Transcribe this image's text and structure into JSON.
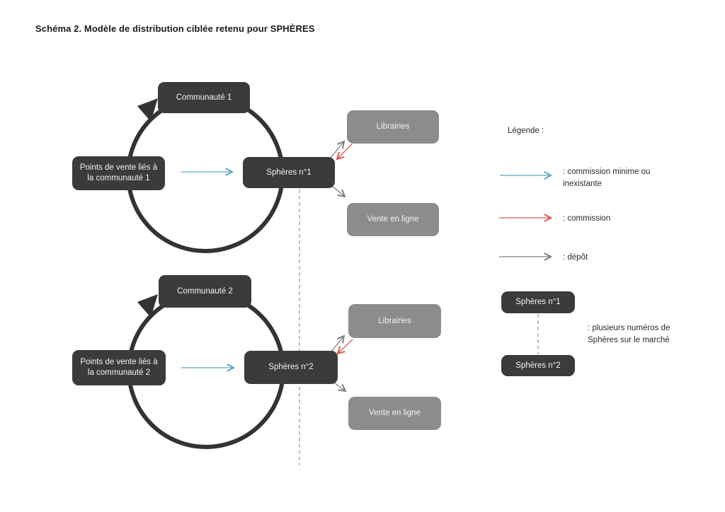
{
  "title": "Schéma 2. Modèle de distribution ciblée retenu pour SPHÈRES",
  "cycle1": {
    "community": "Communauté 1",
    "points_of_sale": "Points de vente liés à la communauté 1",
    "product": "Sphères n°1",
    "librairies": "Librairies",
    "online": "Vente en ligne"
  },
  "cycle2": {
    "community": "Communauté 2",
    "points_of_sale": "Points de vente liés à la communauté 2",
    "product": "Sphères n°2",
    "librairies": "Librairies",
    "online": "Vente en ligne"
  },
  "legend": {
    "heading": "Légende :",
    "items": [
      {
        "arrow": "blue-arrow",
        "label": ": commission minime ou inexistante"
      },
      {
        "arrow": "red-arrow",
        "label": ": commission"
      },
      {
        "arrow": "gray-arrow",
        "label": ": dépôt"
      }
    ],
    "spheres_box1": "Sphères n°1",
    "spheres_box2": "Sphères n°2",
    "dashed_label": ": plusieurs numéros de Sphères sur le marché"
  },
  "colors": {
    "accent-blue": "#5ba6c8",
    "accent-red": "#d95a52",
    "arrow-gray": "#7f7f7f",
    "dark-box": "#3b3b3b",
    "gray-box": "#8c8c8c",
    "circle-stroke": "#333333"
  }
}
